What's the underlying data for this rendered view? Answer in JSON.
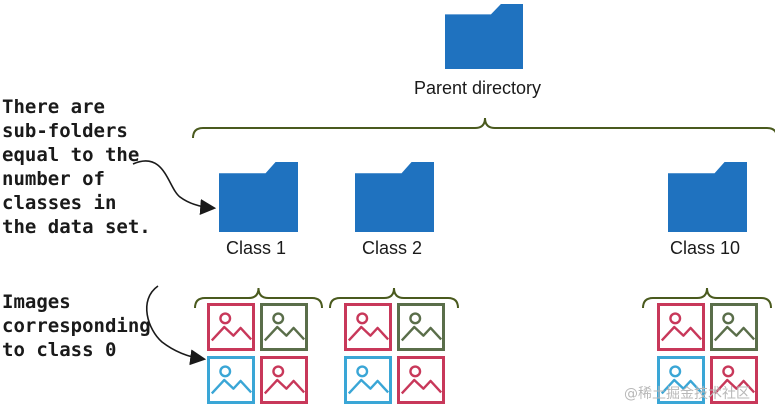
{
  "parent": {
    "label": "Parent directory"
  },
  "classes": [
    {
      "label": "Class 1",
      "images": [
        "red",
        "green",
        "blue",
        "red"
      ]
    },
    {
      "label": "Class 2",
      "images": [
        "red",
        "green",
        "blue",
        "red"
      ]
    },
    {
      "label": "Class 10",
      "images": [
        "red",
        "green",
        "blue",
        "red"
      ]
    }
  ],
  "notes": {
    "subfolders": "There are\nsub-folders\nequal to the\nnumber of\nclasses in\nthe data set.",
    "images": "Images\ncorresponding\nto class 0"
  },
  "watermark": "@稀土掘金技术社区",
  "colors": {
    "folder": "#1f72bf",
    "brace": "#4a5a1e",
    "image_red": "#c8385a",
    "image_green": "#5a6e4a",
    "image_blue": "#3aa6d6"
  }
}
